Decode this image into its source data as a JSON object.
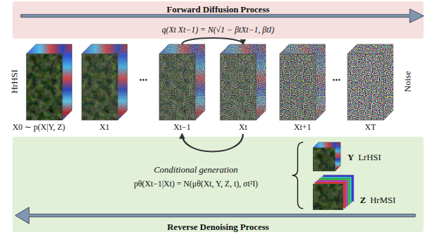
{
  "diagram": {
    "nodes": [
      {
        "text": [
          "Forward Diffusion Process",
          "q(Xt Xt−1) = N(√1 − βtXt−1, βtI)"
        ]
      },
      {
        "text": [
          "X0 ∼ p(X|Y, Z)"
        ]
      },
      {
        "text": [
          "X1"
        ]
      },
      {
        "text": [
          "Xt−1"
        ]
      },
      {
        "text": [
          "Xt"
        ]
      },
      {
        "text": [
          "Xt+1"
        ]
      },
      {
        "text": [
          "XT"
        ]
      },
      {
        "text": [
          "Conditional generation",
          "pθ(Xt−1|Xt) = N(μθ(Xt, Y, Z, t), σt²I)",
          "Reverse Denoising Process"
        ]
      },
      {
        "text": [
          "Y",
          "LrHSI"
        ],
        "in": 7
      },
      {
        "text": [
          "Z",
          "HrMSI"
        ],
        "in": 7
      }
    ],
    "edges": [
      {
        "from": 3,
        "to": 4,
        "arrow": "to"
      },
      {
        "from": 4,
        "to": 3,
        "arrow": "to"
      }
    ],
    "labels": [
      "HrHSI",
      "...",
      "...",
      "Noise"
    ]
  }
}
